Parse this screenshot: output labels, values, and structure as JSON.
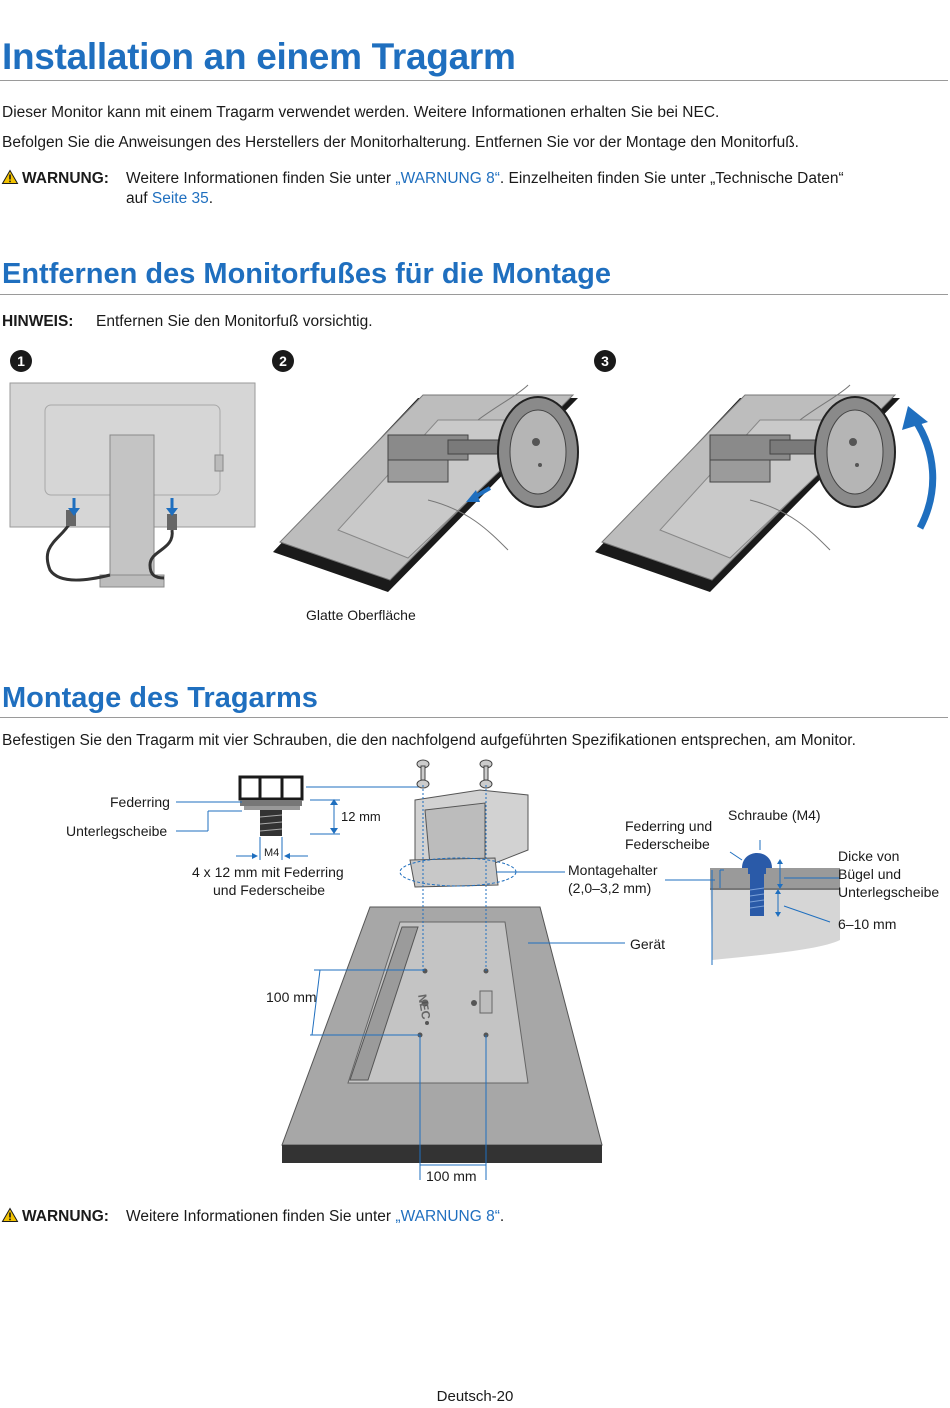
{
  "title": "Installation an einem Tragarm",
  "intro": {
    "line1": "Dieser Monitor kann mit einem Tragarm verwendet werden. Weitere Informationen erhalten Sie bei NEC.",
    "line2": "Befolgen Sie die Anweisungen des Herstellers der Monitorhalterung. Entfernen Sie vor der Montage den Monitorfuß."
  },
  "warning1": {
    "label": "WARNUNG:",
    "text_a": "Weitere Informationen finden Sie unter ",
    "link_a": "„WARNUNG 8“",
    "text_b": ". Einzelheiten finden Sie unter „Technische Daten“",
    "text_c": "auf ",
    "link_b": "Seite 35",
    "text_d": "."
  },
  "section1": {
    "heading": "Entfernen des Monitorfußes für die Montage",
    "note_label": "HINWEIS:",
    "note_text": "Entfernen Sie den Monitorfuß vorsichtig.",
    "steps": [
      "1",
      "2",
      "3"
    ],
    "surface_label": "Glatte Oberfläche"
  },
  "section2": {
    "heading": "Montage des Tragarms",
    "text": "Befestigen Sie den Tragarm mit vier Schrauben, die den nachfolgend aufgeführten Spezifikationen entsprechen, am Monitor.",
    "labels": {
      "federring": "Federring",
      "unterlegscheibe": "Unterlegscheibe",
      "len12": "12 mm",
      "m4": "M4",
      "screw_spec_1": "4 x 12 mm mit Federring",
      "screw_spec_2": "und Federscheibe",
      "mount_1": "Montagehalter",
      "mount_2": "(2,0–3,2 mm)",
      "device": "Gerät",
      "fed_und_1": "Federring und",
      "fed_und_2": "Federscheibe",
      "screw_m4": "Schraube (M4)",
      "thick_1": "Dicke von",
      "thick_2": "Bügel und",
      "thick_3": "Unterlegscheibe",
      "depth": "6–10 mm",
      "v100": "100 mm",
      "h100": "100 mm",
      "brand": "NEC"
    }
  },
  "warning2": {
    "label": "WARNUNG:",
    "text_a": "Weitere Informationen finden Sie unter ",
    "link_a": "„WARNUNG 8“",
    "text_b": "."
  },
  "footer": "Deutsch-20",
  "colors": {
    "heading": "#1f6fbf",
    "accent": "#1f6fbf",
    "screw_blue": "#2a5aa8",
    "warn_yellow": "#f2c200"
  }
}
